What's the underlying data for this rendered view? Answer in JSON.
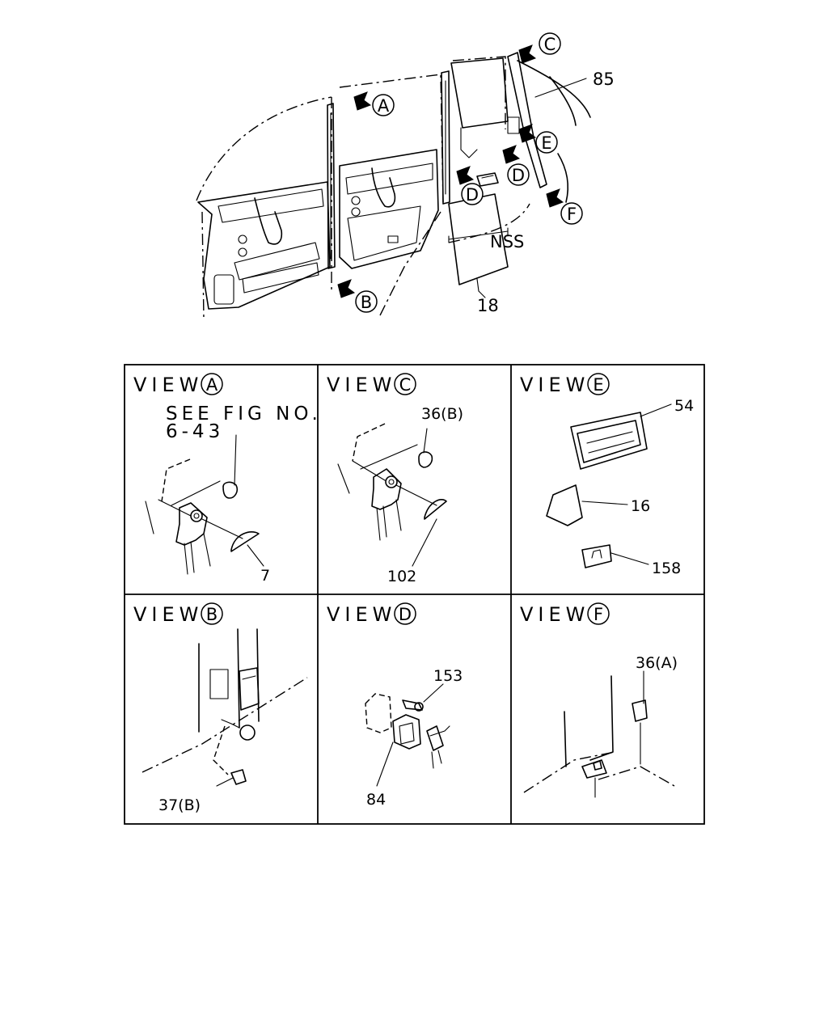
{
  "diagram": {
    "overview": {
      "callouts": {
        "c85": "85",
        "nss": "NSS",
        "c18": "18"
      },
      "arrows": {
        "a": "A",
        "b": "B",
        "c": "C",
        "d1": "D",
        "d2": "D",
        "e": "E",
        "f": "F"
      }
    },
    "views": {
      "a": {
        "prefix": "VIEW",
        "letter": "A",
        "note_line1": "SEE FIG NO.",
        "note_line2": "6-43",
        "parts": [
          "7"
        ]
      },
      "c": {
        "prefix": "VIEW",
        "letter": "C",
        "parts": [
          "36(B)",
          "102"
        ]
      },
      "e": {
        "prefix": "VIEW",
        "letter": "E",
        "parts": [
          "54",
          "16",
          "158"
        ]
      },
      "b": {
        "prefix": "VIEW",
        "letter": "B",
        "parts": [
          "37(B)"
        ]
      },
      "d": {
        "prefix": "VIEW",
        "letter": "D",
        "parts": [
          "153",
          "84"
        ]
      },
      "f": {
        "prefix": "VIEW",
        "letter": "F",
        "parts": [
          "36(A)"
        ]
      }
    }
  }
}
